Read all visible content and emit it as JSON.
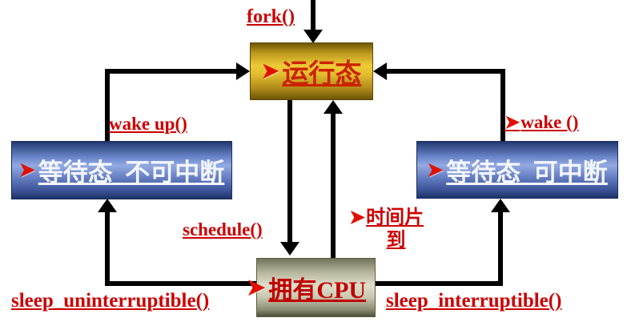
{
  "colors": {
    "label_red": "#cc0000",
    "gold_box_text": "#cc2200",
    "tan_box_text": "#c00000",
    "blue_box_text": "#f3f6ff",
    "arrow_black": "#000000",
    "gold_box_center": "#eecb38",
    "blue_box_center": "#93a9e0",
    "tan_box_center": "#dedecb",
    "background": "#ffffff"
  },
  "nodes": {
    "running": {
      "bullet": "➤",
      "label": "运行态"
    },
    "wait_uninterruptible": {
      "bullet": "➤",
      "label": "等待态_不可中断"
    },
    "wait_interruptible": {
      "bullet": "➤",
      "label": "等待态_可中断"
    },
    "has_cpu": {
      "bullet": "➤",
      "label": "拥有CPU"
    }
  },
  "labels": {
    "fork": "fork()",
    "wake_up": "wake up()",
    "wake_bullet": "➤",
    "wake": "wake ()",
    "schedule": "schedule()",
    "timeslice_bullet": "➤",
    "timeslice_line1": "时间片",
    "timeslice_line2": "到",
    "sleep_uninterruptible": "sleep_uninterruptible()",
    "sleep_interruptible": "sleep_interruptible()"
  }
}
